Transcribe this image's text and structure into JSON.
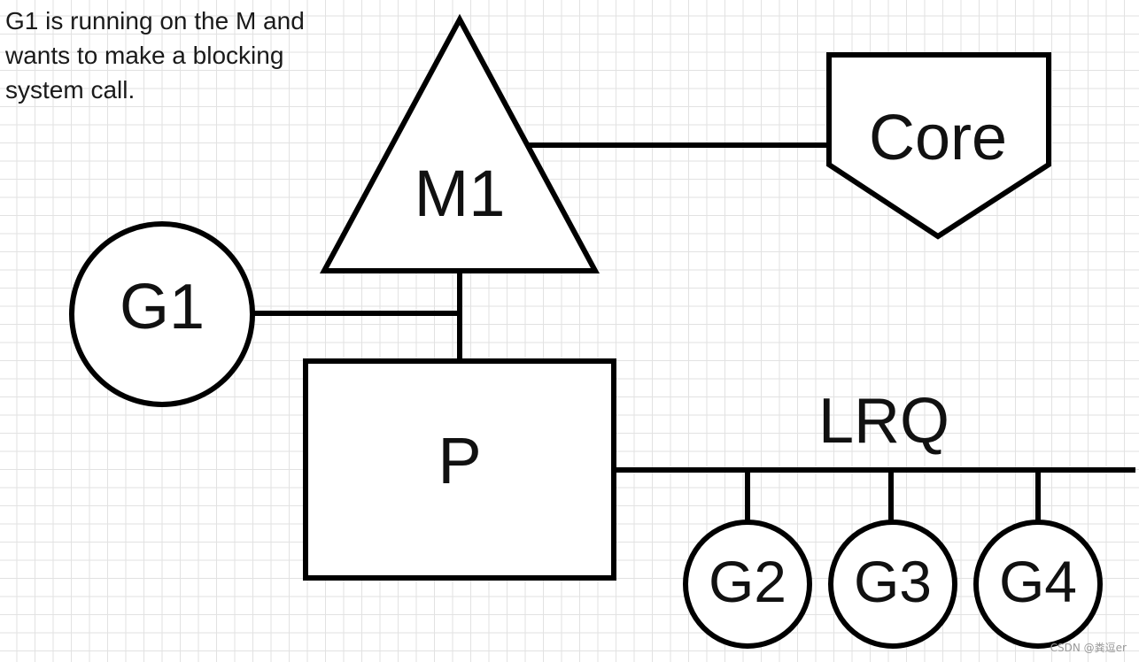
{
  "caption": {
    "lines": [
      "G1 is running on the M and",
      "wants to make a blocking",
      "system call."
    ]
  },
  "nodes": {
    "m1": {
      "shape": "triangle",
      "label": "M1"
    },
    "core": {
      "shape": "pentagon",
      "label": "Core"
    },
    "g1": {
      "shape": "circle",
      "label": "G1"
    },
    "p": {
      "shape": "rectangle",
      "label": "P"
    },
    "lrq": {
      "shape": "line",
      "label": "LRQ"
    },
    "g2": {
      "shape": "circle",
      "label": "G2"
    },
    "g3": {
      "shape": "circle",
      "label": "G3"
    },
    "g4": {
      "shape": "circle",
      "label": "G4"
    }
  },
  "edges": [
    {
      "from": "m1",
      "to": "core"
    },
    {
      "from": "g1",
      "to": "m1-p-link"
    },
    {
      "from": "m1",
      "to": "p"
    },
    {
      "from": "p",
      "to": "lrq"
    },
    {
      "from": "lrq",
      "to": "g2"
    },
    {
      "from": "lrq",
      "to": "g3"
    },
    {
      "from": "lrq",
      "to": "g4"
    }
  ],
  "colors": {
    "stroke": "#000000",
    "fill": "#ffffff",
    "grid": "#e2e2e2",
    "text": "#111111"
  },
  "watermark": "CSDN @粪逗er"
}
